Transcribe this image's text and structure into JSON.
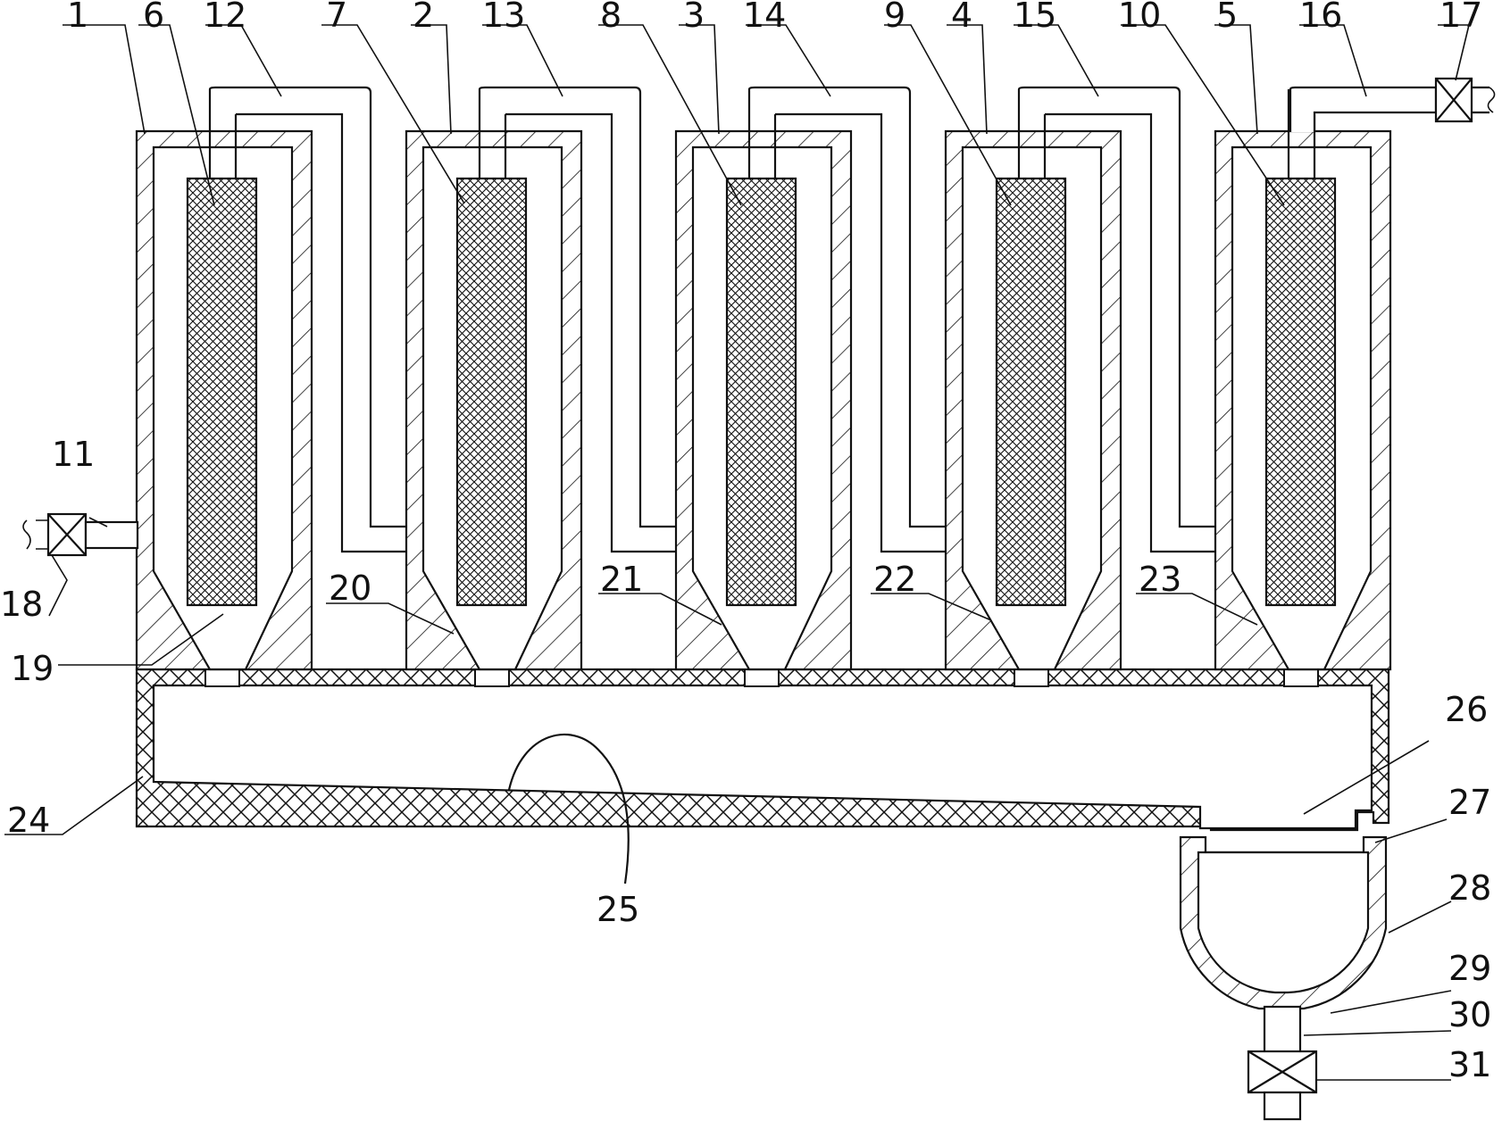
{
  "diagram": {
    "labels": {
      "n1": "1",
      "n2": "2",
      "n3": "3",
      "n4": "4",
      "n5": "5",
      "n6": "6",
      "n7": "7",
      "n8": "8",
      "n9": "9",
      "n10": "10",
      "n11": "11",
      "n12": "12",
      "n13": "13",
      "n14": "14",
      "n15": "15",
      "n16": "16",
      "n17": "17",
      "n18": "18",
      "n19": "19",
      "n20": "20",
      "n21": "21",
      "n22": "22",
      "n23": "23",
      "n24": "24",
      "n25": "25",
      "n26": "26",
      "n27": "27",
      "n28": "28",
      "n29": "29",
      "n30": "30",
      "n31": "31"
    },
    "colors": {
      "line": "#111111",
      "background": "#ffffff"
    }
  }
}
